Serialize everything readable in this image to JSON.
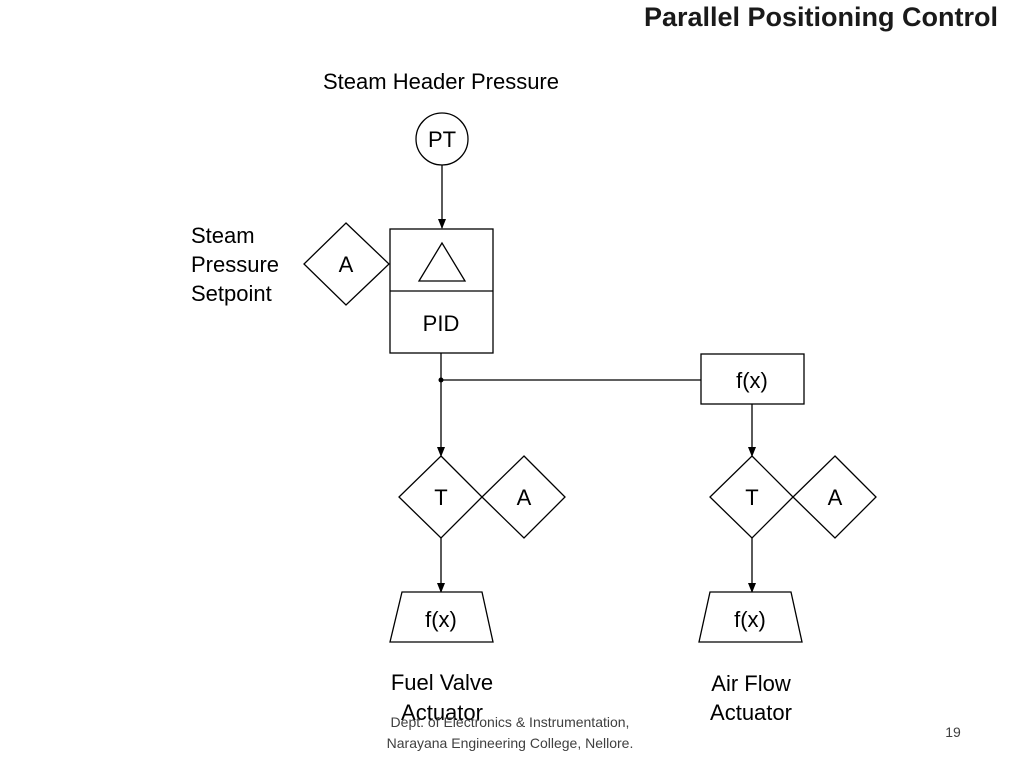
{
  "slide": {
    "title": "Parallel Positioning Control",
    "footer_line1": "Dept. of Electronics & Instrumentation,",
    "footer_line2": "Narayana Engineering College, Nellore.",
    "page_number": "19"
  },
  "diagram": {
    "measurement_label": "Steam Header Pressure",
    "transmitter": "PT",
    "setpoint_label": [
      "Steam",
      "Pressure",
      "Setpoint"
    ],
    "setpoint_station": "A",
    "controller_function": "PID",
    "characterizer": "f(x)",
    "fuel_branch": {
      "transfer": "T",
      "auto_station": "A",
      "actuator_function": "f(x)",
      "label": [
        "Fuel Valve",
        "Actuator"
      ]
    },
    "air_branch": {
      "transfer": "T",
      "auto_station": "A",
      "actuator_function": "f(x)",
      "label": [
        "Air Flow",
        "Actuator"
      ]
    }
  }
}
